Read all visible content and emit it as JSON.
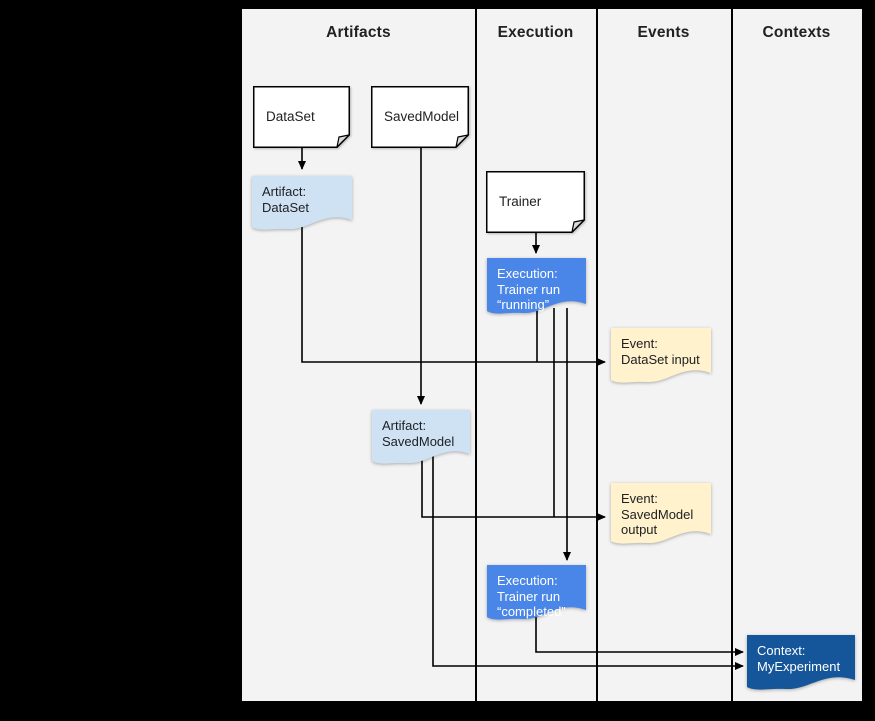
{
  "colors": {
    "page-bg": "#000000",
    "canvas-bg": "#f3f3f3",
    "line": "#000000",
    "doc-fill": "#ffffff",
    "artifact-fill": "#cfe2f3",
    "execution-fill": "#4a86e8",
    "event-fill": "#fff2cc",
    "context-fill": "#15569b",
    "text-dark": "#202124",
    "text-light": "#ffffff"
  },
  "columns": [
    {
      "label": "Artifacts"
    },
    {
      "label": "Execution"
    },
    {
      "label": "Events"
    },
    {
      "label": "Contexts"
    }
  ],
  "nodes": {
    "dataset_doc": {
      "label": "DataSet",
      "type": "document"
    },
    "savedmodel_doc": {
      "label": "SavedModel",
      "type": "document"
    },
    "trainer_doc": {
      "label": "Trainer",
      "type": "document"
    },
    "artifact_dataset": {
      "label": "Artifact:\nDataSet",
      "type": "artifact"
    },
    "execution_running": {
      "label": "Execution:\nTrainer run\n“running”",
      "type": "execution"
    },
    "event_dataset_input": {
      "label": "Event:\nDataSet input",
      "type": "event"
    },
    "artifact_savedmodel": {
      "label": "Artifact:\nSavedModel",
      "type": "artifact"
    },
    "event_savedmodel_output": {
      "label": "Event:\nSavedModel\noutput",
      "type": "event"
    },
    "execution_completed": {
      "label": "Execution:\nTrainer run\n“completed”",
      "type": "execution"
    },
    "context_myexperiment": {
      "label": "Context:\nMyExperiment",
      "type": "context"
    }
  }
}
